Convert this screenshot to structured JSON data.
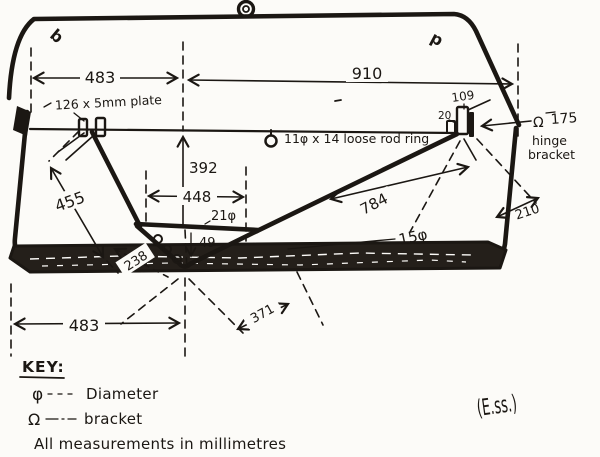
{
  "diagram": {
    "paper_color": "#fcfbf8",
    "ink_color": "#1b1713",
    "lid_mark_left": "b",
    "lid_mark_right": "p",
    "dims": {
      "top_left": "483",
      "top_right": "910",
      "plate": "126 x 5mm plate",
      "rod_ring": "11φ x 14 loose rod ring",
      "bracket_top_offset": "109",
      "bracket_plate": "20",
      "hinge_bracket_symbol": "Ω",
      "hinge_bracket_len": "175",
      "hinge_caption_1": "hinge",
      "hinge_caption_2": "bracket",
      "lid_diag": "455",
      "drop_height": "392",
      "mouth_width": "448",
      "mouth_rod_dia": "21φ",
      "tip_width": "49",
      "rod_len": "784",
      "rod_dia": "15φ",
      "right_offset": "210",
      "bottom_left": "483",
      "bottom_diag": "371"
    },
    "key": {
      "heading": "KEY:",
      "dia_symbol": "φ",
      "dia_label": "Diameter",
      "bracket_symbol": "Ω",
      "bracket_label": "bracket",
      "note": "All measurements in millimetres"
    },
    "signature": "(E.ss.)"
  }
}
